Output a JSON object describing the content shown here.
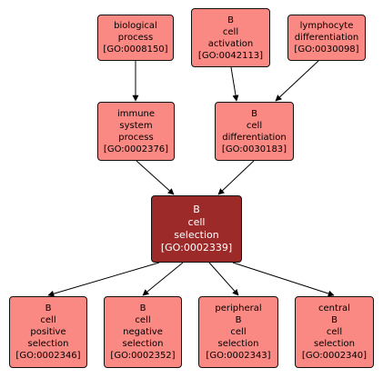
{
  "nodes": {
    "biological_process": {
      "lines": [
        "biological",
        "process",
        "[GO:0008150]"
      ]
    },
    "b_cell_activation": {
      "lines": [
        "B",
        "cell",
        "activation",
        "[GO:0042113]"
      ]
    },
    "lymphocyte_differentiation": {
      "lines": [
        "lymphocyte",
        "differentiation",
        "[GO:0030098]"
      ]
    },
    "immune_system_process": {
      "lines": [
        "immune",
        "system",
        "process",
        "[GO:0002376]"
      ]
    },
    "b_cell_differentiation": {
      "lines": [
        "B",
        "cell",
        "differentiation",
        "[GO:0030183]"
      ]
    },
    "b_cell_selection": {
      "lines": [
        "B",
        "cell",
        "selection",
        "[GO:0002339]"
      ]
    },
    "b_cell_positive_selection": {
      "lines": [
        "B",
        "cell",
        "positive",
        "selection",
        "[GO:0002346]"
      ]
    },
    "b_cell_negative_selection": {
      "lines": [
        "B",
        "cell",
        "negative",
        "selection",
        "[GO:0002352]"
      ]
    },
    "peripheral_b_cell_selection": {
      "lines": [
        "peripheral",
        "B",
        "cell",
        "selection",
        "[GO:0002343]"
      ]
    },
    "central_b_cell_selection": {
      "lines": [
        "central",
        "B",
        "cell",
        "selection",
        "[GO:0002340]"
      ]
    }
  },
  "edges": [
    {
      "from": "biological_process",
      "to": "immune_system_process"
    },
    {
      "from": "b_cell_activation",
      "to": "b_cell_differentiation"
    },
    {
      "from": "lymphocyte_differentiation",
      "to": "b_cell_differentiation"
    },
    {
      "from": "immune_system_process",
      "to": "b_cell_selection"
    },
    {
      "from": "b_cell_differentiation",
      "to": "b_cell_selection"
    },
    {
      "from": "b_cell_selection",
      "to": "b_cell_positive_selection"
    },
    {
      "from": "b_cell_selection",
      "to": "b_cell_negative_selection"
    },
    {
      "from": "b_cell_selection",
      "to": "peripheral_b_cell_selection"
    },
    {
      "from": "b_cell_selection",
      "to": "central_b_cell_selection"
    }
  ],
  "colors": {
    "node_fill": "#fa8883",
    "focus_fill": "#9c2a29",
    "focus_text": "#ffffff",
    "border": "#111111",
    "edge": "#000000"
  }
}
